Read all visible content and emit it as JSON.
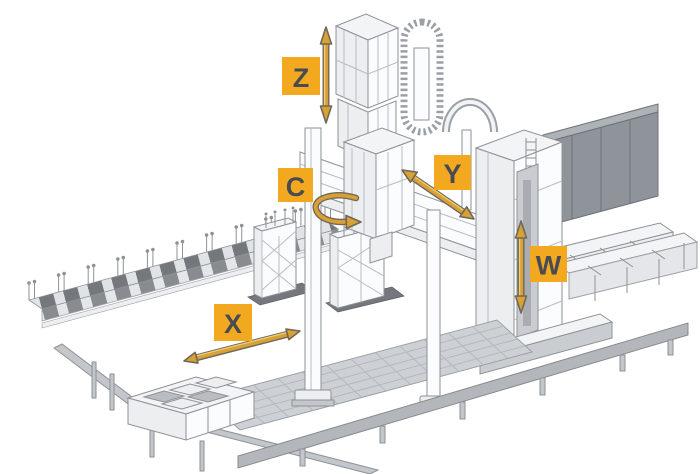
{
  "diagram": {
    "subject": "gantry-milling-machine-axis-diagram",
    "style": "isometric gray line illustration with yellow axis markers"
  },
  "labels": {
    "z": "Z",
    "c": "C",
    "y": "Y",
    "w": "W",
    "x": "X"
  },
  "arrows": {
    "z": "double-headed vertical",
    "c": "curved rotation",
    "y": "double-headed diagonal",
    "w": "double-headed vertical",
    "x": "double-headed diagonal"
  },
  "colors": {
    "label_bg": "#F2A81F",
    "label_text": "#4A4B52",
    "arrow_gold": "#D9A033",
    "arrow_outline": "#6E685C",
    "arrow_highlight": "#EFCE74",
    "line_art": "#8E9296",
    "line_art_light": "#B9BDC2",
    "panel_dark": "#8F949B",
    "slat_dark": "#74787D",
    "table_fill": "#CDD1D6",
    "background": "#FFFFFF"
  }
}
